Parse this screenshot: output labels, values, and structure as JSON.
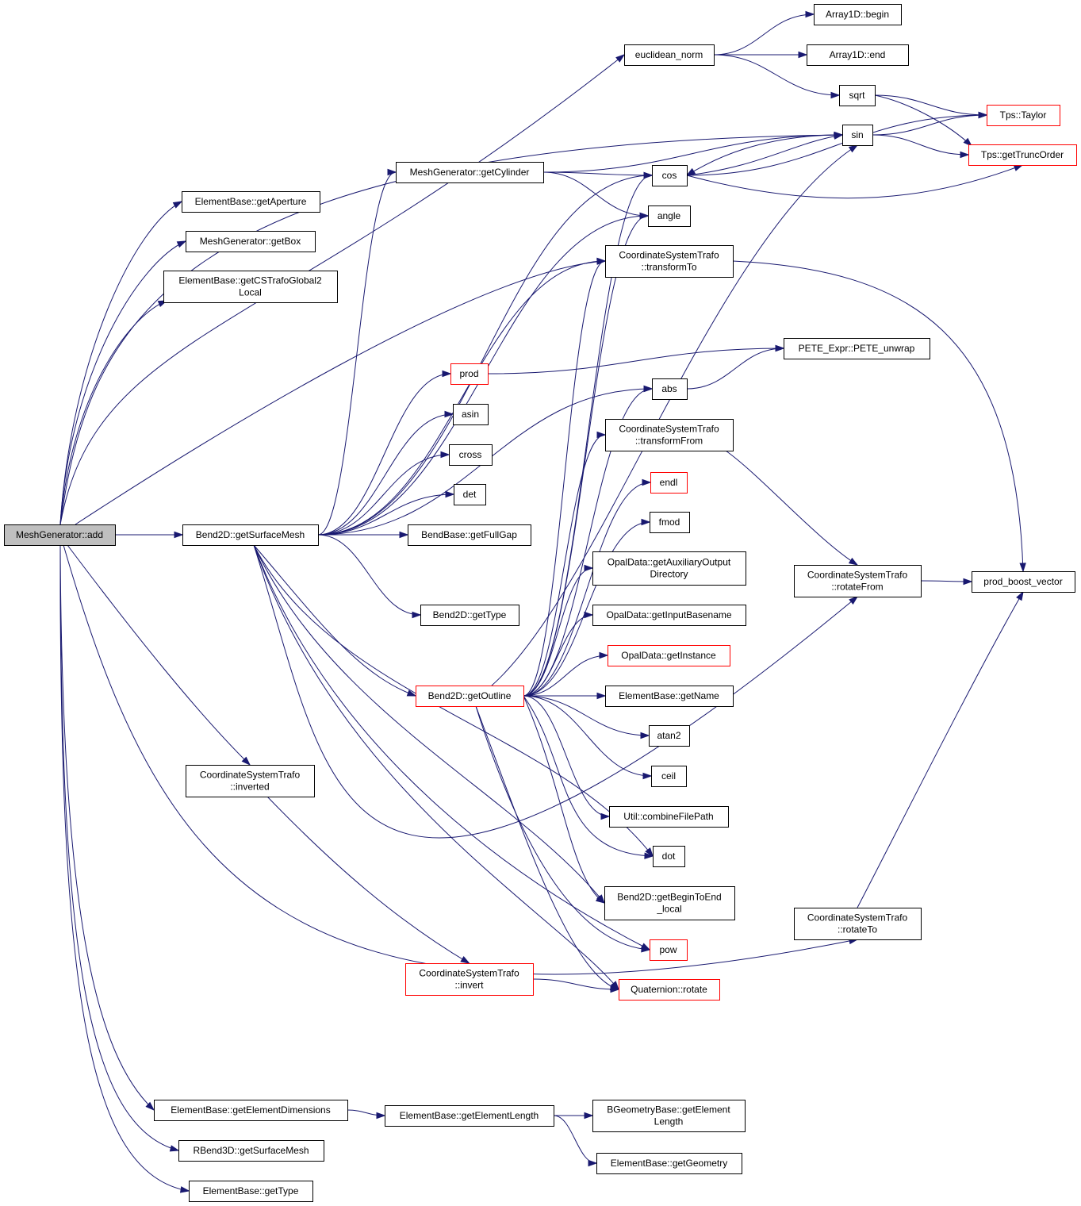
{
  "colors": {
    "edge": "#191970",
    "node_border": "#000000",
    "truncated_border": "#ff0000",
    "root_fill": "#bfbfbf"
  },
  "nodes": {
    "n0": {
      "lines": [
        "MeshGenerator::add"
      ],
      "style": "root"
    },
    "n1": {
      "lines": [
        "ElementBase::getAperture"
      ]
    },
    "n2": {
      "lines": [
        "MeshGenerator::getBox"
      ]
    },
    "n3": {
      "lines": [
        "ElementBase::getCSTrafoGlobal2",
        "Local"
      ]
    },
    "n4": {
      "lines": [
        "Bend2D::getSurfaceMesh"
      ]
    },
    "n5": {
      "lines": [
        "CoordinateSystemTrafo",
        "::inverted"
      ]
    },
    "n6": {
      "lines": [
        "ElementBase::getElementDimensions"
      ]
    },
    "n7": {
      "lines": [
        "RBend3D::getSurfaceMesh"
      ]
    },
    "n8": {
      "lines": [
        "ElementBase::getType"
      ]
    },
    "n9": {
      "lines": [
        "euclidean_norm"
      ]
    },
    "n10": {
      "lines": [
        "MeshGenerator::getCylinder"
      ]
    },
    "n11": {
      "lines": [
        "prod"
      ],
      "style": "red"
    },
    "n12": {
      "lines": [
        "asin"
      ]
    },
    "n13": {
      "lines": [
        "cross"
      ]
    },
    "n14": {
      "lines": [
        "det"
      ]
    },
    "n15": {
      "lines": [
        "BendBase::getFullGap"
      ]
    },
    "n16": {
      "lines": [
        "Bend2D::getType"
      ]
    },
    "n17": {
      "lines": [
        "Bend2D::getOutline"
      ],
      "style": "red"
    },
    "n18": {
      "lines": [
        "CoordinateSystemTrafo",
        "::invert"
      ],
      "style": "red"
    },
    "n19": {
      "lines": [
        "ElementBase::getElementLength"
      ]
    },
    "n20": {
      "lines": [
        "Array1D::begin"
      ]
    },
    "n21": {
      "lines": [
        "Array1D::end"
      ]
    },
    "n22": {
      "lines": [
        "sqrt"
      ]
    },
    "n23": {
      "lines": [
        "sin"
      ]
    },
    "n24": {
      "lines": [
        "cos"
      ]
    },
    "n25": {
      "lines": [
        "angle"
      ]
    },
    "n26": {
      "lines": [
        "CoordinateSystemTrafo",
        "::transformTo"
      ]
    },
    "n27": {
      "lines": [
        "abs"
      ]
    },
    "n28": {
      "lines": [
        "CoordinateSystemTrafo",
        "::transformFrom"
      ]
    },
    "n29": {
      "lines": [
        "endl"
      ],
      "style": "red"
    },
    "n30": {
      "lines": [
        "fmod"
      ]
    },
    "n31": {
      "lines": [
        "OpalData::getAuxiliaryOutput",
        "Directory"
      ]
    },
    "n32": {
      "lines": [
        "OpalData::getInputBasename"
      ]
    },
    "n33": {
      "lines": [
        "OpalData::getInstance"
      ],
      "style": "red"
    },
    "n34": {
      "lines": [
        "ElementBase::getName"
      ]
    },
    "n35": {
      "lines": [
        "atan2"
      ]
    },
    "n36": {
      "lines": [
        "ceil"
      ]
    },
    "n37": {
      "lines": [
        "Util::combineFilePath"
      ]
    },
    "n38": {
      "lines": [
        "dot"
      ]
    },
    "n39": {
      "lines": [
        "Bend2D::getBeginToEnd",
        "_local"
      ]
    },
    "n40": {
      "lines": [
        "pow"
      ],
      "style": "red"
    },
    "n41": {
      "lines": [
        "Quaternion::rotate"
      ],
      "style": "red"
    },
    "n42": {
      "lines": [
        "BGeometryBase::getElement",
        "Length"
      ]
    },
    "n43": {
      "lines": [
        "ElementBase::getGeometry"
      ]
    },
    "n44": {
      "lines": [
        "Tps::Taylor"
      ],
      "style": "red"
    },
    "n45": {
      "lines": [
        "Tps::getTruncOrder"
      ],
      "style": "red"
    },
    "n46": {
      "lines": [
        "PETE_Expr::PETE_unwrap"
      ]
    },
    "n47": {
      "lines": [
        "CoordinateSystemTrafo",
        "::rotateFrom"
      ]
    },
    "n48": {
      "lines": [
        "CoordinateSystemTrafo",
        "::rotateTo"
      ]
    },
    "n49": {
      "lines": [
        "prod_boost_vector"
      ]
    }
  },
  "edges": [
    [
      "n0",
      "n1"
    ],
    [
      "n0",
      "n2"
    ],
    [
      "n0",
      "n3"
    ],
    [
      "n0",
      "n4"
    ],
    [
      "n0",
      "n5"
    ],
    [
      "n0",
      "n6"
    ],
    [
      "n0",
      "n7"
    ],
    [
      "n0",
      "n8"
    ],
    [
      "n0",
      "n9"
    ],
    [
      "n0",
      "n23"
    ],
    [
      "n0",
      "n26"
    ],
    [
      "n0",
      "n48"
    ],
    [
      "n4",
      "n10"
    ],
    [
      "n4",
      "n11"
    ],
    [
      "n4",
      "n12"
    ],
    [
      "n4",
      "n13"
    ],
    [
      "n4",
      "n14"
    ],
    [
      "n4",
      "n15"
    ],
    [
      "n4",
      "n16"
    ],
    [
      "n4",
      "n17"
    ],
    [
      "n4",
      "n24"
    ],
    [
      "n4",
      "n25"
    ],
    [
      "n4",
      "n26"
    ],
    [
      "n4",
      "n27"
    ],
    [
      "n4",
      "n38"
    ],
    [
      "n4",
      "n39"
    ],
    [
      "n4",
      "n40"
    ],
    [
      "n4",
      "n41"
    ],
    [
      "n4",
      "n47"
    ],
    [
      "n5",
      "n18"
    ],
    [
      "n6",
      "n19"
    ],
    [
      "n9",
      "n20"
    ],
    [
      "n9",
      "n21"
    ],
    [
      "n9",
      "n22"
    ],
    [
      "n10",
      "n23"
    ],
    [
      "n10",
      "n24"
    ],
    [
      "n10",
      "n25"
    ],
    [
      "n11",
      "n46"
    ],
    [
      "n17",
      "n24"
    ],
    [
      "n17",
      "n25"
    ],
    [
      "n17",
      "n26"
    ],
    [
      "n17",
      "n27"
    ],
    [
      "n17",
      "n28"
    ],
    [
      "n17",
      "n29"
    ],
    [
      "n17",
      "n30"
    ],
    [
      "n17",
      "n31"
    ],
    [
      "n17",
      "n32"
    ],
    [
      "n17",
      "n33"
    ],
    [
      "n17",
      "n34"
    ],
    [
      "n17",
      "n35"
    ],
    [
      "n17",
      "n36"
    ],
    [
      "n17",
      "n37"
    ],
    [
      "n17",
      "n38"
    ],
    [
      "n17",
      "n39"
    ],
    [
      "n17",
      "n40"
    ],
    [
      "n17",
      "n41"
    ],
    [
      "n17",
      "n23"
    ],
    [
      "n18",
      "n41"
    ],
    [
      "n19",
      "n42"
    ],
    [
      "n19",
      "n43"
    ],
    [
      "n22",
      "n44"
    ],
    [
      "n22",
      "n45"
    ],
    [
      "n23",
      "n24"
    ],
    [
      "n23",
      "n44"
    ],
    [
      "n23",
      "n45"
    ],
    [
      "n24",
      "n23"
    ],
    [
      "n24",
      "n44"
    ],
    [
      "n24",
      "n45"
    ],
    [
      "n26",
      "n49"
    ],
    [
      "n27",
      "n46"
    ],
    [
      "n28",
      "n47"
    ],
    [
      "n47",
      "n49"
    ],
    [
      "n48",
      "n49"
    ]
  ]
}
